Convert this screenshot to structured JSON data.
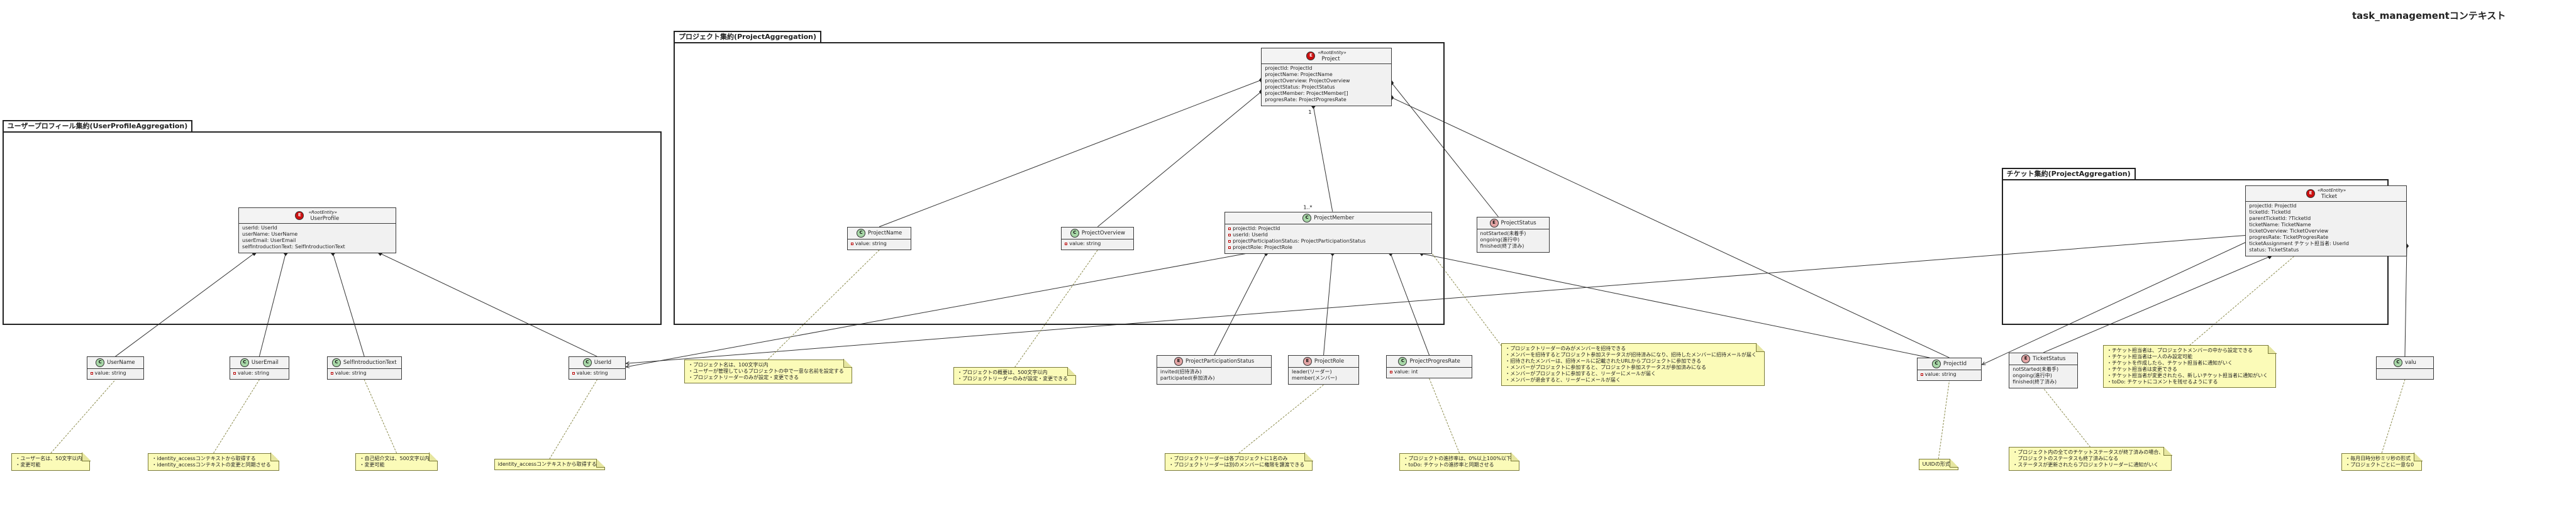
{
  "diagram_title": "task_managementコンテキスト",
  "packages": {
    "user": "ユーザープロフィール集約(UserProfileAggregation)",
    "project": "プロジェクト集約(ProjectAggregation)",
    "ticket": "チケット集約(ProjectAggregation)"
  },
  "classes": {
    "user_profile": {
      "stereotype": "«RootEntity»",
      "name": "UserProfile",
      "badge": "E",
      "attrs": [
        "userId: UserId",
        "userName: UserName",
        "userEmail: UserEmail",
        "selfIntroductionText: SelfIntroductionText"
      ]
    },
    "user_name": {
      "name": "UserName",
      "badge": "C",
      "attrs": [
        "value: string"
      ]
    },
    "user_email": {
      "name": "UserEmail",
      "badge": "C",
      "attrs": [
        "value: string"
      ]
    },
    "self_intro": {
      "name": "SelfIntroductionText",
      "badge": "C",
      "attrs": [
        "value: string"
      ]
    },
    "user_id": {
      "name": "UserId",
      "badge": "C",
      "attrs": [
        "value: string"
      ]
    },
    "project": {
      "stereotype": "«RootEntity»",
      "name": "Project",
      "badge": "E",
      "attrs": [
        "projectId: ProjectId",
        "projectName: ProjectName",
        "projectOverview: ProjectOverview",
        "projectStatus: ProjectStatus",
        "projectMember: ProjectMember[]",
        "progresRate: ProjectProgresRate"
      ]
    },
    "project_name": {
      "name": "ProjectName",
      "badge": "C",
      "attrs": [
        "value: string"
      ]
    },
    "project_overview": {
      "name": "ProjectOverview",
      "badge": "C",
      "attrs": [
        "value: string"
      ]
    },
    "project_member": {
      "name": "ProjectMember",
      "badge": "C",
      "attrs": [
        "projectId: ProjectId",
        "userId: UserId",
        "projectParticipationStatus: ProjectParticipationStatus",
        "projectRole: ProjectRole"
      ]
    },
    "project_status": {
      "name": "ProjectStatus",
      "badge": "E",
      "attrs": [
        "notStarted(未着手)",
        "ongoing(進行中)",
        "finished(終了済み)"
      ]
    },
    "participation_status": {
      "name": "ProjectParticipationStatus",
      "badge": "E",
      "attrs": [
        "invited(招待済み)",
        "participated(参加済み)"
      ]
    },
    "project_role": {
      "name": "ProjectRole",
      "badge": "E",
      "attrs": [
        "leader(リーダー)",
        "member(メンバー)"
      ]
    },
    "progres_rate": {
      "name": "ProjectProgresRate",
      "badge": "C",
      "attrs": [
        "value: int"
      ]
    },
    "project_id": {
      "name": "ProjectId",
      "badge": "C",
      "attrs": [
        "value: string"
      ]
    },
    "ticket": {
      "stereotype": "«RootEntity»",
      "name": "Ticket",
      "badge": "E",
      "attrs": [
        "projectId: ProjectId",
        "ticketId: TicketId",
        "parentTicketId: ?TicketId",
        "ticketName: TicketName",
        "ticketOverview: TicketOverview",
        "progresRate: TicketProgresRate",
        "ticketAssignment チケット担当者: UserId",
        "status: TicketStatus"
      ]
    },
    "ticket_status": {
      "name": "TicketStatus",
      "badge": "E",
      "attrs": [
        "notStarted(未着手)",
        "ongoing(進行中)",
        "finished(終了済み)"
      ]
    },
    "ticket_value": {
      "name": "valu",
      "badge": "C",
      "attrs": []
    }
  },
  "multiplicity": {
    "near_project": "1",
    "near_member": "1..*"
  },
  "notes": {
    "user_name": [
      "・ユーザー名は、50文字以内",
      "・変更可能"
    ],
    "user_email": [
      "・identity_accessコンテキストから取得する",
      "・identity_accessコンテキストの変更と同期させる"
    ],
    "self_intro": [
      "・自己紹介文は、500文字以内",
      "・変更可能"
    ],
    "user_id": [
      "identity_accessコンテキストから取得する"
    ],
    "project_name": [
      "・プロジェクト名は、100文字以内",
      "・ユーザーが管理しているプロジェクトの中で一意な名前を設定する",
      "・プロジェクトリーダーのみが設定・変更できる"
    ],
    "project_overview": [
      "・プロジェクトの概要は、500文字以内",
      "・プロジェクトリーダーのみが設定・変更できる"
    ],
    "project_member": [
      "・プロジェクトリーダーのみがメンバーを招待できる",
      "・メンバーを招待するとプロジェクト参加ステータスが招待済みになり、招待したメンバーに招待メールが届く",
      "・招待されたメンバーは、招待メールに記載されたURLからプロジェクトに参加できる",
      "・メンバーがプロジェクトに参加すると、プロジェクト参加ステータスが参加済みになる",
      "・メンバーがプロジェクトに参加すると、リーダーにメールが届く",
      "・メンバーが退会すると、リーダーにメールが届く"
    ],
    "project_role": [
      "・プロジェクトリーダーは各プロジェクトに1名のみ",
      "・プロジェクトリーダーは別のメンバーに権限を譲渡できる"
    ],
    "progres_rate": [
      "・プロジェクトの進捗率は、0%以上100%以下",
      "・toDo: チケットの進捗率と同期させる"
    ],
    "project_id": [
      "UUIDの形式"
    ],
    "ticket": [
      "・チケット担当者は、プロジェクトメンバーの中から設定できる",
      "・チケット担当者は一人のみ設定可能",
      "・チケットを作成したら、チケット担当者に通知がいく",
      "・チケット担当者は変更できる",
      "・チケット担当者が変更されたら、新しいチケット担当者に通知がいく",
      "・toDo: チケットにコメントを残せるようにする"
    ],
    "ticket_status": [
      "・プロジェクト内の全てのチケットステータスが終了済みの場合、",
      "　プロジェクトのステータスも終了済みになる",
      "・ステータスが更新されたらプロジェクトリーダーに通知がいく"
    ],
    "ticket_value": [
      "・毎月日時分秒ミリ秒の形式",
      "・プロジェクトごとに一意な0"
    ]
  }
}
